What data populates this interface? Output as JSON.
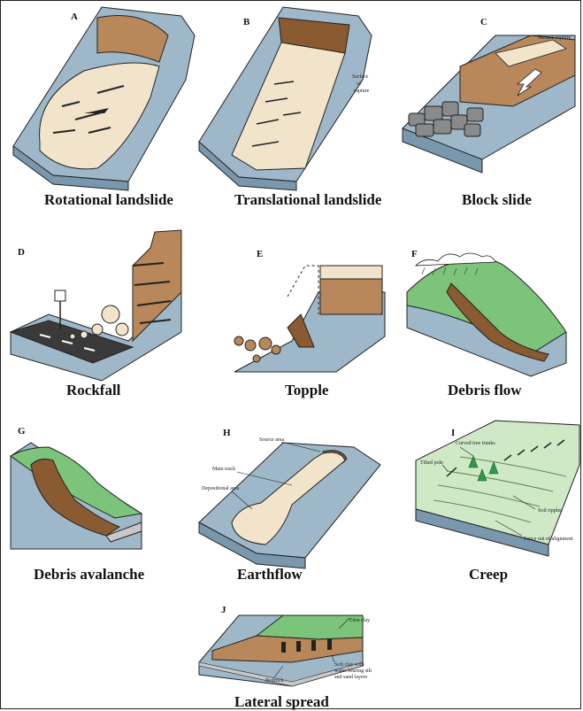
{
  "panels": {
    "a": {
      "letter": "A",
      "title": "Rotational landslide"
    },
    "b": {
      "letter": "B",
      "title": "Translational landslide",
      "ann_surface": "Surface",
      "ann_of": "of",
      "ann_rupture": "rupture"
    },
    "c": {
      "letter": "C",
      "title": "Block slide",
      "ann_surface_rupture": "Surface rupture"
    },
    "d": {
      "letter": "D",
      "title": "Rockfall"
    },
    "e": {
      "letter": "E",
      "title": "Topple"
    },
    "f": {
      "letter": "F",
      "title": "Debris flow"
    },
    "g": {
      "letter": "G",
      "title": "Debris avalanche"
    },
    "h": {
      "letter": "H",
      "title": "Earthflow",
      "ann_source": "Source area",
      "ann_main": "Main track",
      "ann_depositional": "Depositional area"
    },
    "i": {
      "letter": "I",
      "title": "Creep",
      "ann_curved": "Curved tree trunks",
      "ann_tilted": "Tilted pole",
      "ann_soil": "Soil ripples",
      "ann_fence": "Fence out of alignment"
    },
    "j": {
      "letter": "J",
      "title": "Lateral spread",
      "ann_firm": "Firm clay",
      "ann_soft1": "Soft clay with",
      "ann_soft2": "water-bearing silt",
      "ann_soft3": "and sand layers",
      "ann_bedrock": "Bedrock"
    }
  },
  "colors": {
    "slope_blue": "#9fb8c9",
    "slope_blue_dark": "#7a98ad",
    "soil_brown": "#b8875a",
    "dark_brown": "#8a5a30",
    "sand": "#f1e4cb",
    "grass": "#7cc47a",
    "grass_light": "#cfe9c7",
    "rock_grey": "#8a8a8a"
  }
}
